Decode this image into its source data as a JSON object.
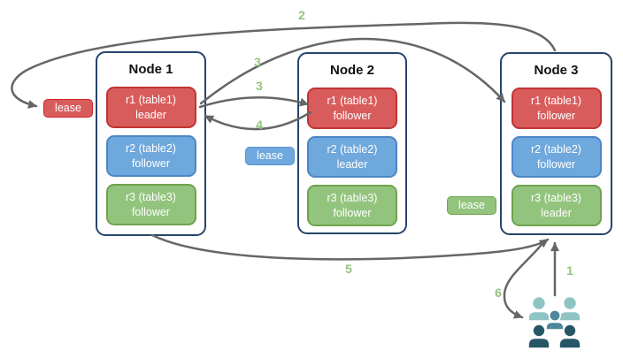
{
  "nodes": [
    {
      "title": "Node 1",
      "replicas": [
        {
          "name": "r1 (table1)",
          "role": "leader",
          "color": "#d95c5c"
        },
        {
          "name": "r2 (table2)",
          "role": "follower",
          "color": "#6fa8dc"
        },
        {
          "name": "r3 (table3)",
          "role": "follower",
          "color": "#93c47d"
        }
      ]
    },
    {
      "title": "Node 2",
      "replicas": [
        {
          "name": "r1 (table1)",
          "role": "follower",
          "color": "#d95c5c"
        },
        {
          "name": "r2 (table2)",
          "role": "leader",
          "color": "#6fa8dc"
        },
        {
          "name": "r3 (table3)",
          "role": "follower",
          "color": "#93c47d"
        }
      ]
    },
    {
      "title": "Node 3",
      "replicas": [
        {
          "name": "r1 (table1)",
          "role": "follower",
          "color": "#d95c5c"
        },
        {
          "name": "r2 (table2)",
          "role": "follower",
          "color": "#6fa8dc"
        },
        {
          "name": "r3 (table3)",
          "role": "leader",
          "color": "#93c47d"
        }
      ]
    }
  ],
  "leases": [
    {
      "label": "lease",
      "color": "#d95c5c"
    },
    {
      "label": "lease",
      "color": "#6fa8dc"
    },
    {
      "label": "lease",
      "color": "#93c47d"
    }
  ],
  "steps": {
    "step1": "1",
    "step2": "2",
    "step3a": "3",
    "step3b": "3",
    "step4": "4",
    "step5": "5",
    "step6": "6"
  },
  "icons": {
    "users": "users-icon"
  },
  "colors": {
    "replica_red": "#d95c5c",
    "replica_blue": "#6fa8dc",
    "replica_green": "#93c47d",
    "node_border": "#25456b",
    "arrow": "#666666",
    "step_label": "#93c47d",
    "users_light": "#8fc4c4",
    "users_medium": "#4e8799",
    "users_dark": "#265666"
  }
}
